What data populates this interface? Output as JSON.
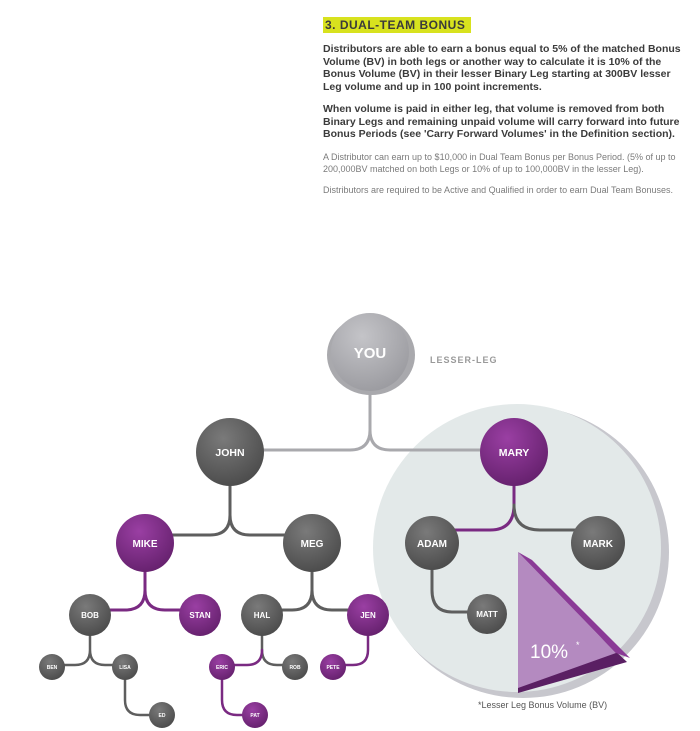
{
  "section": {
    "heading": "3. DUAL-TEAM BONUS",
    "para1": "Distributors are able to earn a bonus equal to 5% of the matched Bonus Volume (BV) in both legs or another way to calculate it is 10% of the Bonus Volume (BV) in their lesser Binary Leg starting at 300BV lesser Leg volume and up in 100 point increments.",
    "para2": "When volume is paid in either leg, that volume is removed from both Binary Legs and remaining unpaid volume will carry forward into future Bonus Periods (see 'Carry Forward Volumes' in the Definition section).",
    "para3": "A Distributor can earn up to $10,000 in Dual Team Bonus per Bonus Period. (5% of up to 200,000BV matched on both Legs or 10% of up to 100,000BV in the lesser Leg).",
    "para4": "Distributors are required to be Active and Qualified in order to earn Dual Team Bonuses."
  },
  "diagram": {
    "root": "YOU",
    "lesser_leg_label": "LESSER-LEG",
    "percent_main": "10%",
    "percent_mark": "*",
    "footnote": "*Lesser Leg Bonus Volume (BV)",
    "colors": {
      "gray": "#5e5e5e",
      "purple": "#7a2a82",
      "light_gray": "#a9a9ad",
      "highlight": "#e3e9e9",
      "wedge": "#b48ac0"
    },
    "nodes": [
      {
        "id": "you",
        "label": "YOU",
        "color": "light_gray"
      },
      {
        "id": "john",
        "label": "JOHN",
        "color": "gray"
      },
      {
        "id": "mary",
        "label": "MARY",
        "color": "purple"
      },
      {
        "id": "mike",
        "label": "MIKE",
        "color": "purple"
      },
      {
        "id": "meg",
        "label": "MEG",
        "color": "gray"
      },
      {
        "id": "adam",
        "label": "ADAM",
        "color": "gray"
      },
      {
        "id": "mark",
        "label": "MARK",
        "color": "gray"
      },
      {
        "id": "bob",
        "label": "BOB",
        "color": "gray"
      },
      {
        "id": "stan",
        "label": "STAN",
        "color": "purple"
      },
      {
        "id": "hal",
        "label": "HAL",
        "color": "gray"
      },
      {
        "id": "jen",
        "label": "JEN",
        "color": "purple"
      },
      {
        "id": "matt",
        "label": "MATT",
        "color": "gray"
      },
      {
        "id": "ben",
        "label": "BEN",
        "color": "gray"
      },
      {
        "id": "lisa",
        "label": "LISA",
        "color": "gray"
      },
      {
        "id": "eric",
        "label": "ERIC",
        "color": "purple"
      },
      {
        "id": "rob",
        "label": "ROB",
        "color": "gray"
      },
      {
        "id": "pete",
        "label": "PETE",
        "color": "purple"
      },
      {
        "id": "ed",
        "label": "ED",
        "color": "gray"
      },
      {
        "id": "pat",
        "label": "PAT",
        "color": "purple"
      }
    ]
  }
}
